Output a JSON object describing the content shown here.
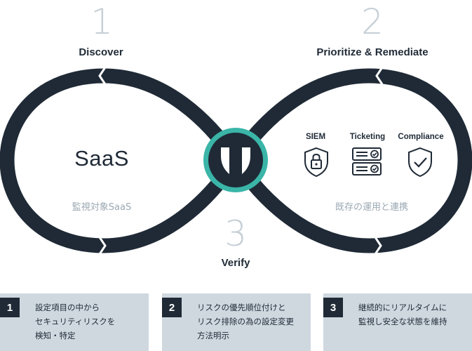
{
  "steps": [
    {
      "number": "1",
      "title": "Discover"
    },
    {
      "number": "2",
      "title": "Prioritize & Remediate"
    },
    {
      "number": "3",
      "title": "Verify"
    }
  ],
  "left_loop": {
    "title": "SaaS",
    "subtitle": "監視対象SaaS"
  },
  "right_loop": {
    "subtitle": "既存の運用と連携",
    "tools": [
      {
        "label": "SIEM",
        "icon": "shield-lock-icon"
      },
      {
        "label": "Ticketing",
        "icon": "server-check-icon"
      },
      {
        "label": "Compliance",
        "icon": "shield-check-icon"
      }
    ]
  },
  "center_logo": {
    "icon": "shield-logo-icon"
  },
  "colors": {
    "loop": "#1f2a36",
    "accent_ring": "#3ab5a8",
    "muted": "#c5cfd6",
    "box_bg": "#cfd8df"
  },
  "bottom_boxes": [
    {
      "number": "1",
      "lines": [
        "設定項目の中から",
        "セキュリティリスクを",
        "検知・特定"
      ]
    },
    {
      "number": "2",
      "lines": [
        "リスクの優先順位付けと",
        "リスク排除の為の設定変更",
        "方法明示"
      ]
    },
    {
      "number": "3",
      "lines": [
        "継続的にリアルタイムに",
        "監視し安全な状態を維持"
      ]
    }
  ]
}
